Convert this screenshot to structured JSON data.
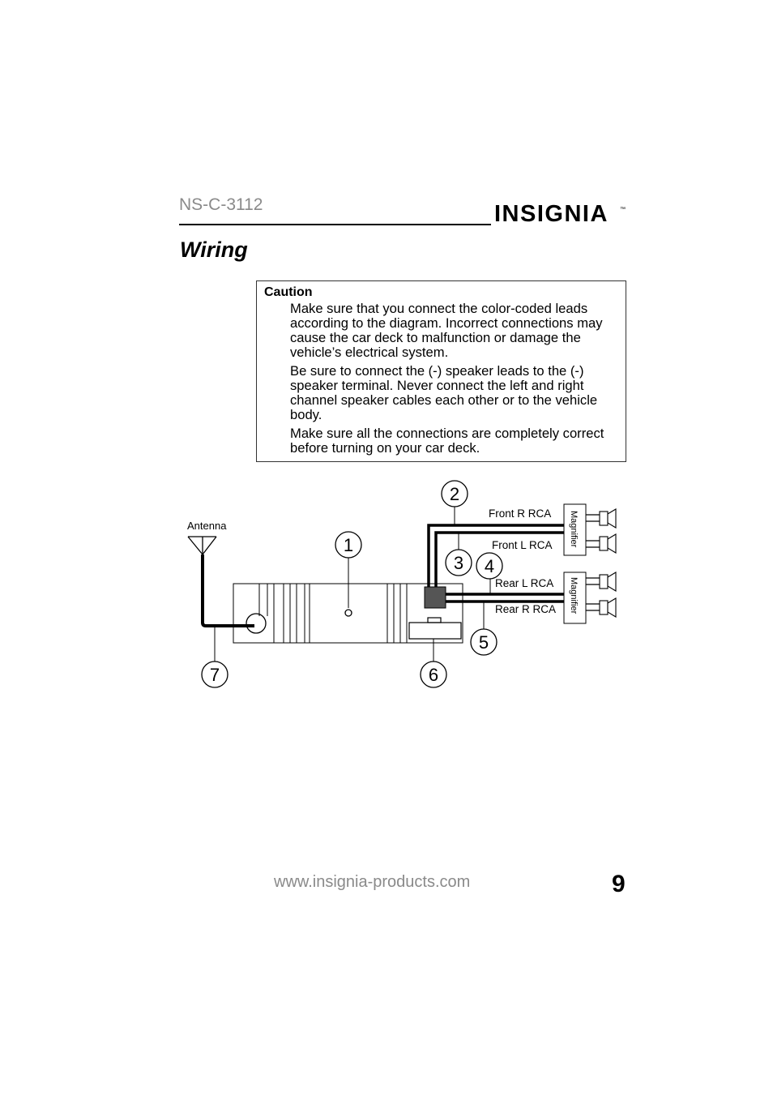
{
  "header": {
    "model": "NS-C-3112",
    "brand": "INSIGNIA",
    "trademark": "™"
  },
  "section_title": "Wiring",
  "caution": {
    "heading": "Caution",
    "paragraphs": [
      "Make sure that you connect the color-coded leads according to the diagram. Incorrect connections may cause the car deck to malfunction or damage the vehicle’s electrical system.",
      "Be sure to connect the (-) speaker leads to the (-) speaker terminal. Never connect the left and right channel speaker cables each other or to the vehicle body.",
      "Make sure all the connections are completely correct before turning on your car deck."
    ]
  },
  "diagram": {
    "antenna_label": "Antenna",
    "front_r_label": "Front R RCA",
    "front_l_label": "Front L RCA",
    "rear_l_label": "Rear L RCA",
    "rear_r_label": "Rear R RCA",
    "magnifier_label": "Magnifier",
    "callouts": [
      "1",
      "2",
      "3",
      "4",
      "5",
      "6",
      "7"
    ]
  },
  "footer": {
    "url": "www.insignia-products.com",
    "page_number": "9"
  }
}
